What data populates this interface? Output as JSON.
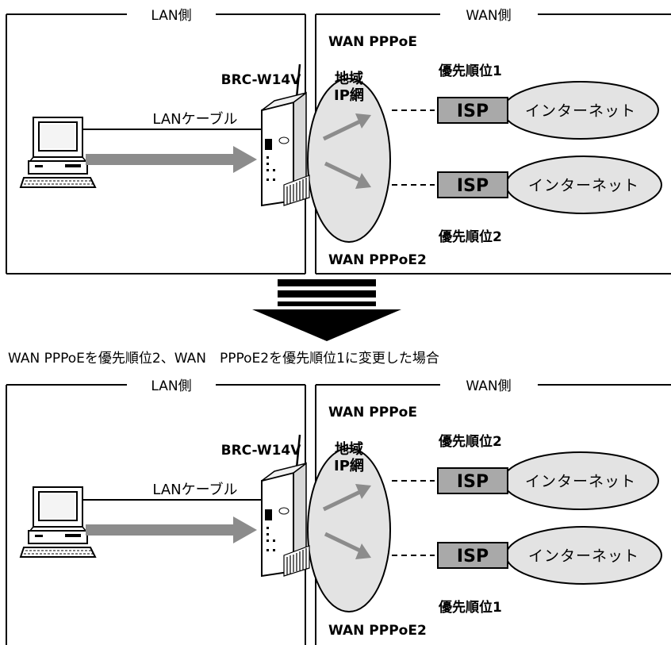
{
  "scenario_before": {
    "lan_side": "LAN側",
    "wan_side": "WAN側",
    "router_model": "BRC-W14V",
    "lan_cable": "LANケーブル",
    "regional_network_line1": "地域",
    "regional_network_line2": "IP網",
    "wan_pppoe": "WAN PPPoE",
    "wan_pppoe2": "WAN PPPoE2",
    "priority_top": "優先順位1",
    "priority_bottom": "優先順位2",
    "isp_label": "ISP",
    "internet_label": "インターネット"
  },
  "transition_caption": "WAN PPPoEを優先順位2、WAN　PPPoE2を優先順位1に変更した場合",
  "scenario_after": {
    "lan_side": "LAN側",
    "wan_side": "WAN側",
    "router_model": "BRC-W14V",
    "lan_cable": "LANケーブル",
    "regional_network_line1": "地域",
    "regional_network_line2": "IP網",
    "wan_pppoe": "WAN PPPoE",
    "wan_pppoe2": "WAN PPPoE2",
    "priority_top": "優先順位2",
    "priority_bottom": "優先順位1",
    "isp_label": "ISP",
    "internet_label": "インターネット"
  },
  "colors": {
    "cloud_fill": "#e3e3e3",
    "isp_fill": "#a9a9a9",
    "arrow_gray": "#8c8c8c",
    "down_arrow": "#000000"
  },
  "icons": [
    "computer-icon",
    "router-icon",
    "arrow-icon",
    "down-arrow-icon"
  ]
}
